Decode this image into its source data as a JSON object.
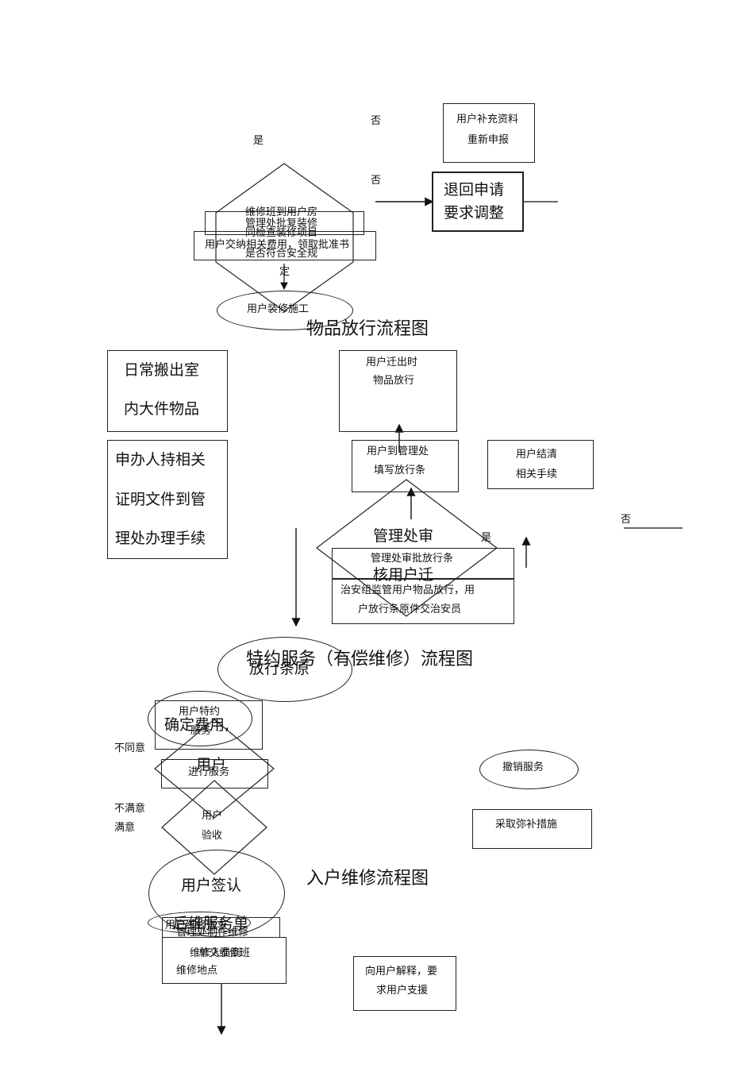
{
  "labels": {
    "no1": "否",
    "yes1": "是",
    "no2": "否",
    "no3": "否",
    "yes2": "是",
    "disagree": "不同意",
    "unsatisfied": "不满意",
    "satisfied": "满意"
  },
  "section_titles": {
    "goods_release": "物品放行流程图",
    "special_service": "特约服务（有偿维修）流程图",
    "home_repair": "入户维修流程图"
  },
  "nodes": {
    "supplement_line1": "用户补充资料",
    "supplement_line2": "重新申报",
    "return_line1": "退回申请",
    "return_line2": "要求调整",
    "diamond_text1": "维修班到用户房",
    "diamond_text2": "管理处批复装修",
    "diamond_text3": "同检查装修项目",
    "diamond_text4": "用户交纳相关费用，领取批准书",
    "diamond_text5": "是否符合安全规",
    "diamond_text6": "定",
    "decor_construction": "用户装修施工",
    "daily_line1": "日常搬出室",
    "daily_line2": "内大件物品",
    "moveout_line1": "用户迁出时",
    "moveout_line2": "物品放行",
    "apply_line1": "申办人持相关",
    "apply_line2": "证明文件到管",
    "apply_line3": "理处办理手续",
    "fill_line1": "用户到管理处",
    "fill_line2": "填写放行条",
    "settle_line1": "用户结清",
    "settle_line2": "相关手续",
    "review_line1": "管理处审",
    "review_line2": "管理处审批放行条",
    "review_line3": "核用户迁",
    "security_line1": "治安组监管用户物品放行，用",
    "security_line2": "户放行条原件交治安员",
    "release_original": "放行条原",
    "special_line1": "用户特约",
    "special_line2": "服务",
    "confirm_fee": "确定费用,",
    "user_word": "用户",
    "do_service": "进行服务",
    "cancel_service": "撤销服务",
    "accept_line1": "用户",
    "accept_line2": "验收",
    "remedy": "采取弥补措施",
    "user_sign": "用户签认",
    "after_repair": "后维服务单",
    "overlap_a": "用户维修需求",
    "overlap_b": "管理处制作维修",
    "overlap_c": "维修人员到",
    "overlap_d": "单交维修班",
    "repair_site": "维修地点",
    "explain_line1": "向用户解释，要",
    "explain_line2": "求用户支援"
  }
}
